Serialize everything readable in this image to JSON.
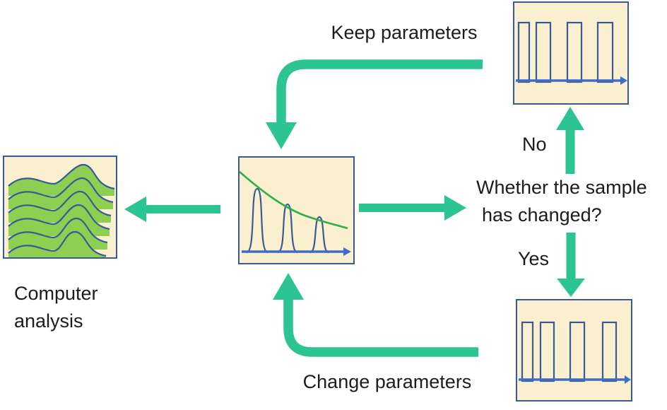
{
  "diagram": {
    "labels": {
      "keep_parameters": "Keep parameters",
      "change_parameters": "Change parameters",
      "computer_analysis": "Computer analysis",
      "decision_no": "No",
      "decision_yes": "Yes",
      "question_line1": "Whether the sample",
      "question_line2": "has changed?"
    },
    "nodes": {
      "spectra_stack_box": "stacked green spectra ridgeline plot",
      "measurement_box": "decaying peaks with green exponential envelope on blue time axis",
      "pulse_train_top_box": "square pulse train on blue time axis",
      "pulse_train_bottom_box": "square pulse train on blue time axis"
    },
    "colors": {
      "background": "#ffffff",
      "arrow_green": "#2cc493",
      "box_fill": "#faf0cf",
      "box_border": "#3a5a96",
      "axis_blue": "#3f6cc7",
      "envelope_green": "#2fad49",
      "ridge_fill_green": "#8dcf50",
      "text": "#1c1c1c"
    }
  }
}
